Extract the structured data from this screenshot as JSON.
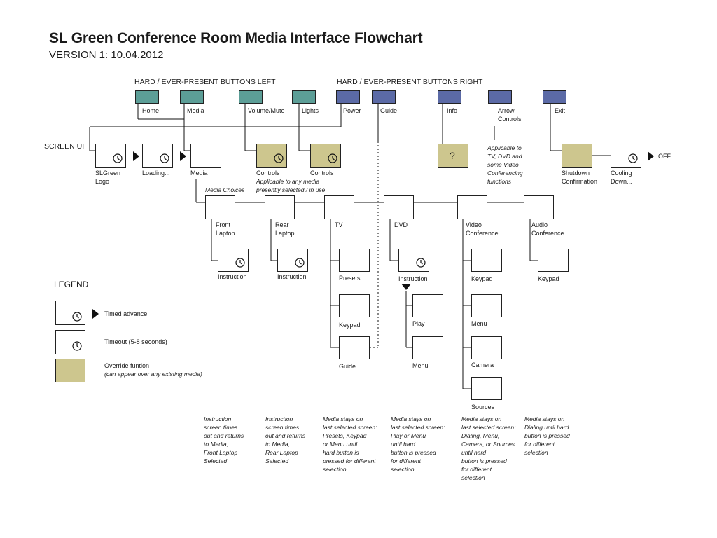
{
  "title": "SL Green Conference Room Media Interface Flowchart",
  "subtitle": "VERSION 1: 10.04.2012",
  "hard_left_header": "HARD / EVER-PRESENT BUTTONS LEFT",
  "hard_right_header": "HARD / EVER-PRESENT BUTTONS RIGHT",
  "hard_buttons": {
    "home": "Home",
    "media": "Media",
    "volume": "Volume/Mute",
    "lights": "Lights",
    "power": "Power",
    "guide": "Guide",
    "info": "Info",
    "arrow_1": "Arrow",
    "arrow_2": "Controls",
    "exit": "Exit"
  },
  "screen_ui_label": "SCREEN UI",
  "screens": {
    "slgreen_1": "SLGreen",
    "slgreen_2": "Logo",
    "loading": "Loading...",
    "media": "Media",
    "controls_vol": "Controls",
    "controls_lights": "Controls",
    "controls_note_1": "Applicable to any media",
    "controls_note_2": "presently selected / in use",
    "info_symbol": "?",
    "arrow_note": [
      "Applicable to",
      "TV, DVD and",
      "some Video",
      "Conferencing",
      "functions"
    ],
    "shutdown_1": "Shutdown",
    "shutdown_2": "Confirmation",
    "cooling_1": "Cooling",
    "cooling_2": "Down...",
    "off": "OFF"
  },
  "media_choices_label": "Media Choices",
  "media": {
    "front_1": "Front",
    "front_2": "Laptop",
    "rear_1": "Rear",
    "rear_2": "Laptop",
    "tv": "TV",
    "dvd": "DVD",
    "video_1": "Video",
    "video_2": "Conference",
    "audio_1": "Audio",
    "audio_2": "Conference"
  },
  "sub_screens": {
    "front_instruction": "Instruction",
    "rear_instruction": "Instruction",
    "tv_presets": "Presets",
    "tv_keypad": "Keypad",
    "tv_guide": "Guide",
    "dvd_instruction": "Instruction",
    "dvd_play": "Play",
    "dvd_menu": "Menu",
    "vc_keypad": "Keypad",
    "vc_menu": "Menu",
    "vc_camera": "Camera",
    "vc_sources": "Sources",
    "ac_keypad": "Keypad"
  },
  "legend": {
    "title": "LEGEND",
    "timed_advance": "Timed advance",
    "timeout": "Timeout (5-8 seconds)",
    "override_1": "Override funtion",
    "override_2": "(can appear over any existing media)"
  },
  "notes": {
    "front": [
      "Instruction",
      "screen times",
      "out and returns",
      "to Media,",
      "Front Laptop",
      "Selected"
    ],
    "rear": [
      "Instruction",
      "screen times",
      "out and returns",
      "to Media,",
      "Rear Laptop",
      "Selected"
    ],
    "tv": [
      "Media stays on",
      "last selected screen:",
      "Presets, Keypad",
      "or Menu until",
      "hard button is",
      "pressed for different",
      "selection"
    ],
    "dvd": [
      "Media stays on",
      "last selected screen:",
      "Play or Menu",
      "until hard",
      "button is pressed",
      "for different",
      "selection"
    ],
    "vc": [
      "Media stays on",
      "last selected screen:",
      "Dialing, Menu,",
      "Camera, or Sources",
      "until hard",
      "button is pressed",
      "for different",
      "selection"
    ],
    "ac": [
      "Media stays on",
      "Dialing until hard",
      "button is pressed",
      "for different",
      "selection"
    ]
  },
  "colors": {
    "left_button": "#5c9e97",
    "right_button": "#5b6aa6",
    "override": "#cdc68e"
  }
}
